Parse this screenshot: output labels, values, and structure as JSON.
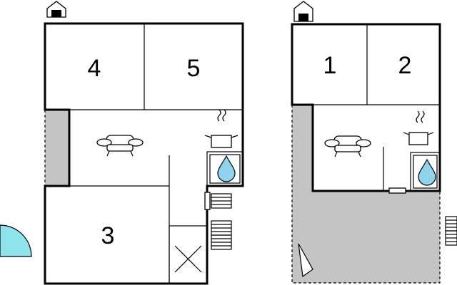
{
  "plans": [
    {
      "name": "left-unit",
      "rooms": [
        {
          "label": "4"
        },
        {
          "label": "5"
        },
        {
          "label": "3"
        }
      ],
      "icons": [
        "house-entrance-icon",
        "sofa-icon",
        "cooking-pot-icon",
        "water-drop-icon",
        "stairs-icon"
      ]
    },
    {
      "name": "right-unit",
      "rooms": [
        {
          "label": "1"
        },
        {
          "label": "2"
        }
      ],
      "icons": [
        "house-entrance-icon",
        "sofa-icon",
        "cooking-pot-icon",
        "water-drop-icon",
        "stairs-icon"
      ]
    }
  ],
  "colors": {
    "wall": "#000000",
    "terrace": "#c4c4c4",
    "water": "#8fd3ee",
    "pool": "#8fe3ea"
  }
}
